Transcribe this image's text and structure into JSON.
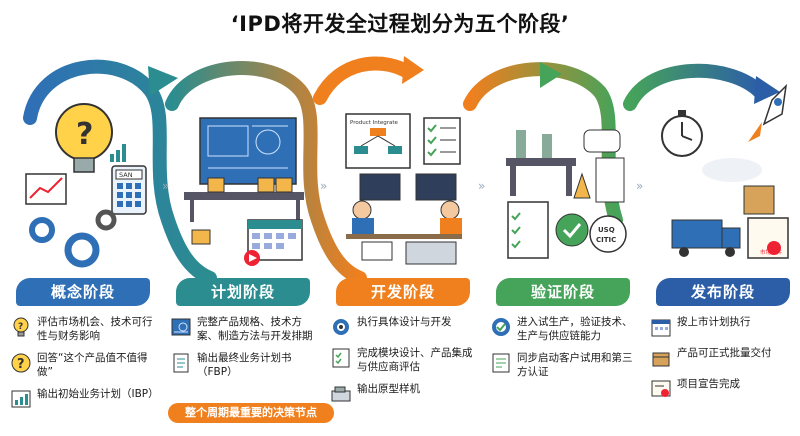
{
  "title": "‘IPD将开发全过程划分为五个阶段’",
  "colors": {
    "concept": "#2f6fb6",
    "plan": "#2b8d8f",
    "develop": "#f07f1e",
    "verify": "#46a35a",
    "release": "#2c5ea8",
    "callout": "#f07f1e"
  },
  "stages": [
    {
      "name": "概念阶段",
      "items": [
        {
          "icon": "lightbulb-icon",
          "text": "评估市场机会、技术可行性与财务影响"
        },
        {
          "icon": "question-icon",
          "text": "回答“这个产品值不值得做”"
        },
        {
          "icon": "chart-icon",
          "text": "输出初始业务计划（IBP）"
        }
      ]
    },
    {
      "name": "计划阶段",
      "items": [
        {
          "icon": "blueprint-icon",
          "text": "完整产品规格、技术方案、制造方法与开发排期"
        },
        {
          "icon": "document-icon",
          "text": "输出最终业务计划书（FBP）"
        }
      ]
    },
    {
      "name": "开发阶段",
      "items": [
        {
          "icon": "gear-icon",
          "text": "执行具体设计与开发"
        },
        {
          "icon": "checklist-icon",
          "text": "完成模块设计、产品集成与供应商评估"
        },
        {
          "icon": "prototype-icon",
          "text": "输出原型样机"
        }
      ]
    },
    {
      "name": "验证阶段",
      "items": [
        {
          "icon": "gear-check-icon",
          "text": "进入试生产，验证技术、生产与供应链能力"
        },
        {
          "icon": "report-icon",
          "text": "同步启动客户试用和第三方认证"
        }
      ]
    },
    {
      "name": "发布阶段",
      "items": [
        {
          "icon": "calendar-icon",
          "text": "按上市计划执行"
        },
        {
          "icon": "box-icon",
          "text": "产品可正式批量交付"
        },
        {
          "icon": "certificate-icon",
          "text": "项目宣告完成"
        }
      ]
    }
  ],
  "art_labels": {
    "calculator": "SAN",
    "flowchart": "Product Integrate",
    "cert1": "USQ",
    "cert2": "CITIC",
    "stamp": "市场文件"
  },
  "callout": "整个周期最重要的决策节点"
}
